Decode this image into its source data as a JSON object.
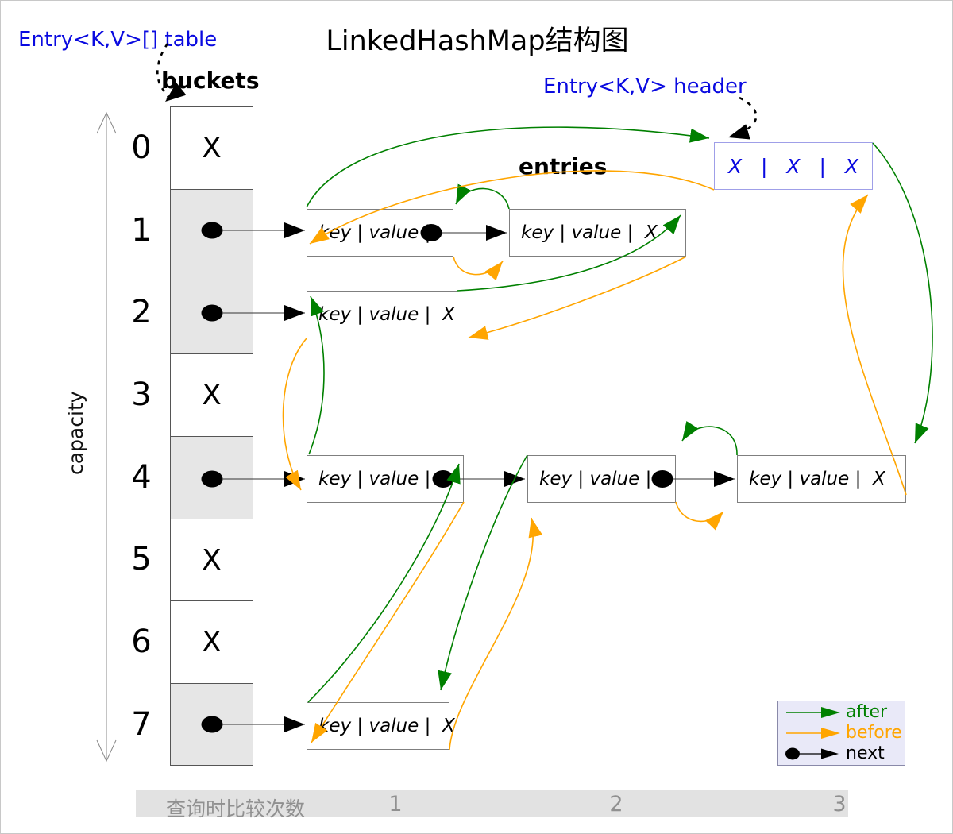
{
  "title": "LinkedHashMap结构图",
  "labels": {
    "table_ref": "Entry<K,V>[] table",
    "buckets": "buckets",
    "header_ref": "Entry<K,V> header",
    "entries": "entries",
    "capacity": "capacity"
  },
  "bucket_array": {
    "rows": [
      {
        "index": "0",
        "label": "X",
        "has_entry": false
      },
      {
        "index": "1",
        "label": "",
        "has_entry": true
      },
      {
        "index": "2",
        "label": "",
        "has_entry": true
      },
      {
        "index": "3",
        "label": "X",
        "has_entry": false
      },
      {
        "index": "4",
        "label": "",
        "has_entry": true
      },
      {
        "index": "5",
        "label": "X",
        "has_entry": false
      },
      {
        "index": "6",
        "label": "X",
        "has_entry": false
      },
      {
        "index": "7",
        "label": "",
        "has_entry": true
      }
    ]
  },
  "header_entry": {
    "text": "X | X | X"
  },
  "entries_list": [
    {
      "id": "bucket1-entry1",
      "text": "key | value |",
      "pointer": "next-dot"
    },
    {
      "id": "bucket1-entry2",
      "text": "key | value |  X",
      "pointer": "null"
    },
    {
      "id": "bucket2-entry1",
      "text": "key | value |  X",
      "pointer": "null"
    },
    {
      "id": "bucket4-entry1",
      "text": "key | value |",
      "pointer": "next-dot"
    },
    {
      "id": "bucket4-entry2",
      "text": "key | value |",
      "pointer": "next-dot"
    },
    {
      "id": "bucket4-entry3",
      "text": "key | value |  X",
      "pointer": "null"
    },
    {
      "id": "bucket7-entry1",
      "text": "key | value |  X",
      "pointer": "null"
    }
  ],
  "linked_list": {
    "after_chain": [
      "header",
      "bucket4-entry3",
      "bucket4-entry2",
      "bucket7-entry1",
      "bucket4-entry1",
      "bucket2-entry1",
      "bucket1-entry2",
      "bucket1-entry1",
      "header"
    ],
    "before_chain": [
      "header",
      "bucket1-entry1",
      "bucket1-entry2",
      "bucket2-entry1",
      "bucket4-entry1",
      "bucket7-entry1",
      "bucket4-entry2",
      "bucket4-entry3",
      "header"
    ],
    "next_chains": [
      [
        "bucket1",
        "bucket1-entry1",
        "bucket1-entry2"
      ],
      [
        "bucket2",
        "bucket2-entry1"
      ],
      [
        "bucket4",
        "bucket4-entry1",
        "bucket4-entry2",
        "bucket4-entry3"
      ],
      [
        "bucket7",
        "bucket7-entry1"
      ]
    ]
  },
  "legend": {
    "items": [
      {
        "label": "after",
        "color": "#008000"
      },
      {
        "label": "before",
        "color": "#ffa500"
      },
      {
        "label": "next",
        "color": "#000000"
      }
    ]
  },
  "footer": {
    "label": "查询时比较次数",
    "counts": [
      "1",
      "2",
      "3"
    ]
  },
  "colors": {
    "after_green": "#008000",
    "before_orange": "#ffa500",
    "reference_blue": "#0a0ae0",
    "bucket_gray": "#e6e6e6",
    "strip_gray": "#e2e2e2",
    "legend_bg": "#e9e9f8"
  }
}
